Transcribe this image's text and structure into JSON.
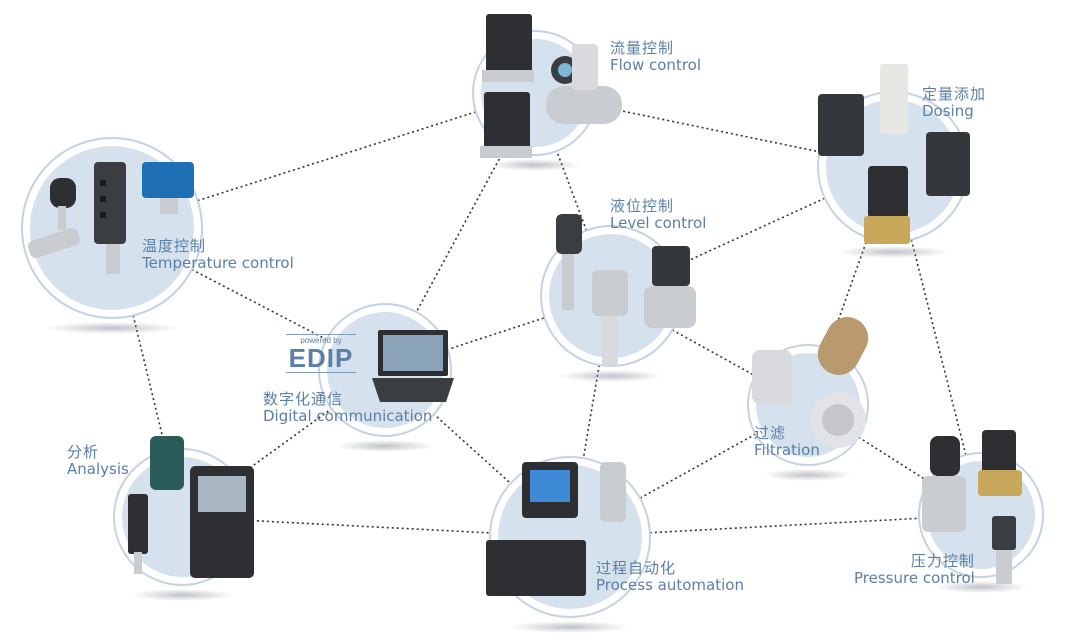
{
  "nodes": [
    {
      "id": "flow",
      "zh": "流量控制",
      "en": "Flow control"
    },
    {
      "id": "dosing",
      "zh": "定量添加",
      "en": "Dosing"
    },
    {
      "id": "temperature",
      "zh": "温度控制",
      "en": "Temperature control"
    },
    {
      "id": "level",
      "zh": "液位控制",
      "en": "Level control"
    },
    {
      "id": "digital",
      "zh": "数字化通信",
      "en": "Digital communication"
    },
    {
      "id": "filtration",
      "zh": "过滤",
      "en": "Filtration"
    },
    {
      "id": "analysis",
      "zh": "分析",
      "en": "Analysis"
    },
    {
      "id": "process",
      "zh": "过程自动化",
      "en": "Process automation"
    },
    {
      "id": "pressure",
      "zh": "压力控制",
      "en": "Pressure control"
    }
  ],
  "edip": {
    "powered_by": "powered by",
    "logo": "EDIP"
  },
  "colors": {
    "label": "#5b7fa6",
    "circle_fill": "#d6e1ee",
    "circle_ring": "#c4d3e4",
    "connector": "#333333",
    "device_dark": "#2d2f33",
    "device_steel": "#c9ccd0",
    "device_blue": "#1f6fb4",
    "device_brass": "#c8a85a"
  },
  "links": [
    [
      "temperature",
      "flow"
    ],
    [
      "temperature",
      "digital"
    ],
    [
      "temperature",
      "analysis"
    ],
    [
      "flow",
      "digital"
    ],
    [
      "flow",
      "level"
    ],
    [
      "flow",
      "dosing"
    ],
    [
      "dosing",
      "level"
    ],
    [
      "dosing",
      "filtration"
    ],
    [
      "dosing",
      "pressure"
    ],
    [
      "digital",
      "level"
    ],
    [
      "digital",
      "analysis"
    ],
    [
      "digital",
      "process"
    ],
    [
      "level",
      "filtration"
    ],
    [
      "level",
      "process"
    ],
    [
      "filtration",
      "process"
    ],
    [
      "filtration",
      "pressure"
    ],
    [
      "analysis",
      "process"
    ],
    [
      "process",
      "pressure"
    ]
  ]
}
